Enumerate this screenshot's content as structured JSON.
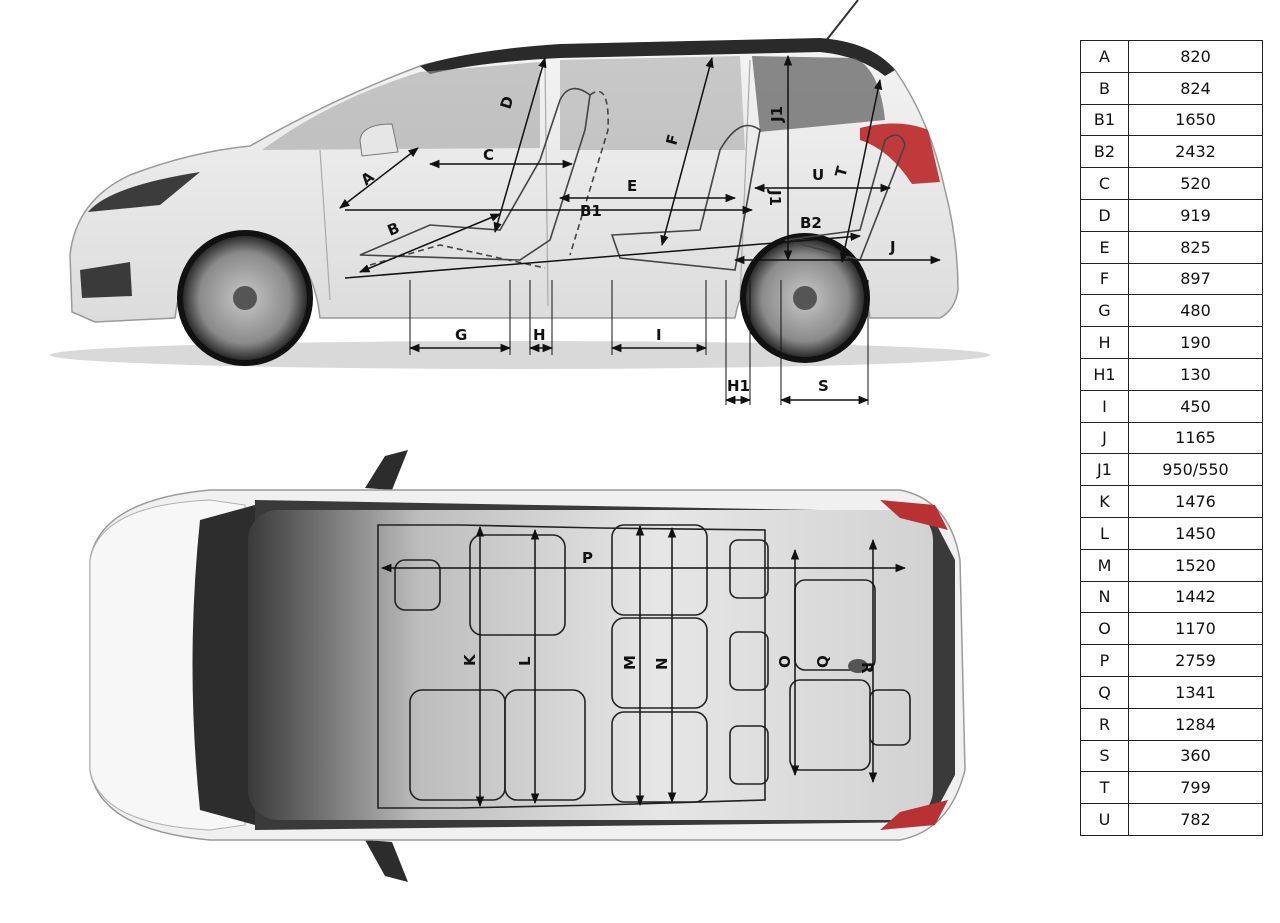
{
  "diagram": {
    "side_labels": [
      "A",
      "B",
      "C",
      "D",
      "E",
      "B1",
      "F",
      "J1",
      "J1",
      "U",
      "T",
      "B2",
      "J",
      "G",
      "H",
      "I",
      "H1",
      "S"
    ],
    "top_labels": [
      "P",
      "K",
      "L",
      "M",
      "N",
      "O",
      "Q",
      "R"
    ]
  },
  "table": {
    "rows": [
      {
        "key": "A",
        "value": "820"
      },
      {
        "key": "B",
        "value": "824"
      },
      {
        "key": "B1",
        "value": "1650"
      },
      {
        "key": "B2",
        "value": "2432"
      },
      {
        "key": "C",
        "value": "520"
      },
      {
        "key": "D",
        "value": "919"
      },
      {
        "key": "E",
        "value": "825"
      },
      {
        "key": "F",
        "value": "897"
      },
      {
        "key": "G",
        "value": "480"
      },
      {
        "key": "H",
        "value": "190"
      },
      {
        "key": "H1",
        "value": "130"
      },
      {
        "key": "I",
        "value": "450"
      },
      {
        "key": "J",
        "value": "1165"
      },
      {
        "key": "J1",
        "value": "950/550"
      },
      {
        "key": "K",
        "value": "1476"
      },
      {
        "key": "L",
        "value": "1450"
      },
      {
        "key": "M",
        "value": "1520"
      },
      {
        "key": "N",
        "value": "1442"
      },
      {
        "key": "O",
        "value": "1170"
      },
      {
        "key": "P",
        "value": "2759"
      },
      {
        "key": "Q",
        "value": "1341"
      },
      {
        "key": "R",
        "value": "1284"
      },
      {
        "key": "S",
        "value": "360"
      },
      {
        "key": "T",
        "value": "799"
      },
      {
        "key": "U",
        "value": "782"
      }
    ]
  }
}
